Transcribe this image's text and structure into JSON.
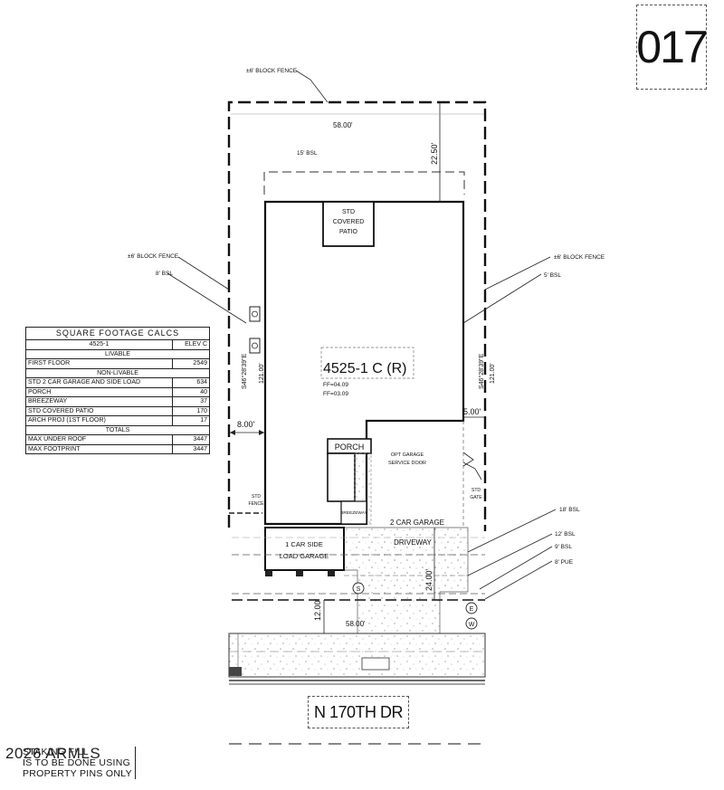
{
  "lot_number": "017",
  "plan_label": "4525-1 C (R)",
  "ff_values": [
    "FF=04.09",
    "FF=03.09"
  ],
  "street_name": "N 170TH DR",
  "copyright": "2026 ARMLS",
  "note_lines": [
    "STAKING FILL",
    "IS TO BE DONE USING",
    "PROPERTY PINS ONLY"
  ],
  "labels": {
    "fence_top": "±6' BLOCK FENCE",
    "fence_left": "±6' BLOCK FENCE",
    "fence_right": "±6' BLOCK FENCE",
    "bsl_15": "15' BSL",
    "bsl_8": "8' BSL",
    "bsl_5": "5' BSL",
    "bsl_18": "18' BSL",
    "bsl_12": "12' BSL",
    "bsl_9": "9' BSL",
    "pue_8": "8' PUE",
    "covered_patio": [
      "STD",
      "COVERED",
      "PATIO"
    ],
    "porch": "PORCH",
    "opt_garage_door": [
      "OPT GARAGE",
      "SERVICE DOOR"
    ],
    "std_gate": [
      "STD",
      "GATE"
    ],
    "std_fence": [
      "STD",
      "FENCE"
    ],
    "breezeway": "BREEZEWAY",
    "two_car_garage": "2 CAR GARAGE",
    "driveway": "DRIVEWAY",
    "one_car_garage": [
      "1 CAR SIDE",
      "LOAD GARAGE"
    ],
    "sewer": "S",
    "electric": "E",
    "water": "W"
  },
  "dimensions": {
    "top_width": "58.00'",
    "bottom_width": "58.00'",
    "rear_setback": "22.50'",
    "left_side": "S46°28'39\"E",
    "left_length": "121.00'",
    "right_side": "S46°28'39\"E",
    "right_length": "121.00'",
    "left_offset": "8.00'",
    "right_offset": "5.00'",
    "driveway_depth": "24.00'",
    "front_setback": "12.00'"
  },
  "square_footage": {
    "title": "SQUARE FOOTAGE CALCS",
    "plan": "4525-1",
    "elevation": "ELEV C",
    "livable_header": "LIVABLE",
    "livable": [
      {
        "label": "FIRST FLOOR",
        "value": "2549"
      }
    ],
    "non_livable_header": "NON-LIVABLE",
    "non_livable": [
      {
        "label": "STD 2 CAR GARAGE AND SIDE LOAD",
        "value": "634"
      },
      {
        "label": "PORCH",
        "value": "40"
      },
      {
        "label": "BREEZEWAY",
        "value": "37"
      },
      {
        "label": "STD COVERED PATIO",
        "value": "170"
      },
      {
        "label": "ARCH PROJ (1ST FLOOR)",
        "value": "17"
      }
    ],
    "totals_header": "TOTALS",
    "totals": [
      {
        "label": "MAX UNDER ROOF",
        "value": "3447"
      },
      {
        "label": "MAX FOOTPRINT",
        "value": "3447"
      }
    ]
  }
}
